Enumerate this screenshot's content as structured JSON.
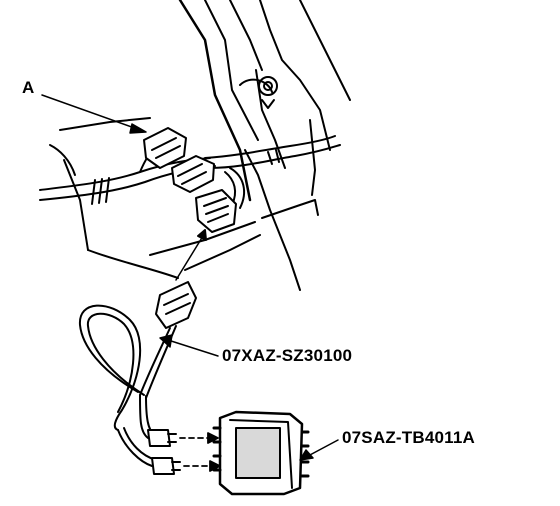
{
  "callouts": {
    "connector": "A",
    "harness_part": "07XAZ-SZ30100",
    "module_part": "07SAZ-TB4011A"
  },
  "colors": {
    "ink": "#000000",
    "paper": "#ffffff",
    "module_screen": "#d9d9d9"
  }
}
